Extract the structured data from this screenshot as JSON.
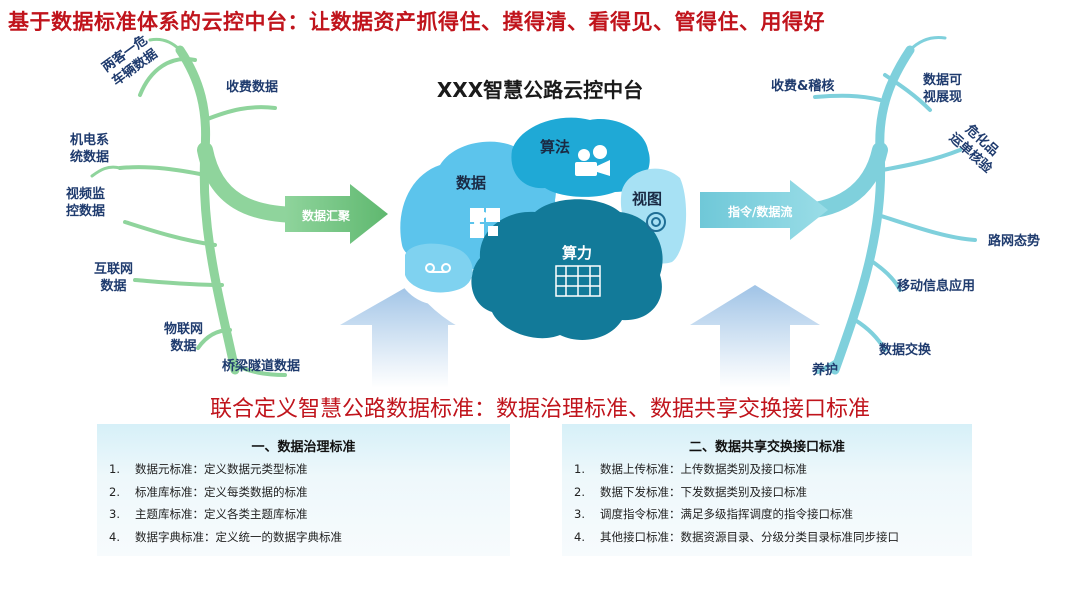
{
  "title": "基于数据标准体系的云控中台：让数据资产抓得住、摸得清、看得见、管得住、用得好",
  "platform_title": "XXX智慧公路云控中台",
  "left_tree": {
    "arrow_label": "数据汇聚",
    "branches": [
      "两客一危\n车辆数据",
      "收费数据",
      "机电系\n统数据",
      "视频监\n控数据",
      "互联网\n数据",
      "物联网\n数据",
      "桥梁隧道数据"
    ]
  },
  "right_tree": {
    "arrow_label": "指令/数据流",
    "branches": [
      "收费&稽核",
      "数据可\n视展现",
      "危化品\n运单核验",
      "路网态势",
      "移动信息应用",
      "数据交换",
      "养护"
    ]
  },
  "brain": {
    "data_label": "数据",
    "algorithm_label": "算法",
    "view_label": "视图",
    "compute_label": "算力"
  },
  "standard_banner": "联合定义智慧公路数据标准：数据治理标准、数据共享交换接口标准",
  "panels": [
    {
      "title": "一、数据治理标准",
      "items": [
        {
          "num": "1.",
          "text": "数据元标准：定义数据元类型标准"
        },
        {
          "num": "2.",
          "text": "标准库标准：定义每类数据的标准"
        },
        {
          "num": "3.",
          "text": "主题库标准：定义各类主题库标准"
        },
        {
          "num": "4.",
          "text": "数据字典标准：定义统一的数据字典标准"
        }
      ]
    },
    {
      "title": "二、数据共享交换接口标准",
      "items": [
        {
          "num": "1.",
          "text": "数据上传标准：上传数据类别及接口标准"
        },
        {
          "num": "2.",
          "text": "数据下发标准：下发数据类别及接口标准"
        },
        {
          "num": "3.",
          "text": "调度指令标准：满足多级指挥调度的指令接口标准"
        },
        {
          "num": "4.",
          "text": "其他接口标准：数据资源目录、分级分类目录标准同步接口"
        }
      ]
    }
  ],
  "colors": {
    "title_red": "#c0141c",
    "left_tree_green": "#8fd49c",
    "right_tree_cyan": "#7fd0dc",
    "label_navy": "#1f3b6e",
    "cloud_light": "#5fc6ee",
    "cloud_dark": "#127a99"
  }
}
